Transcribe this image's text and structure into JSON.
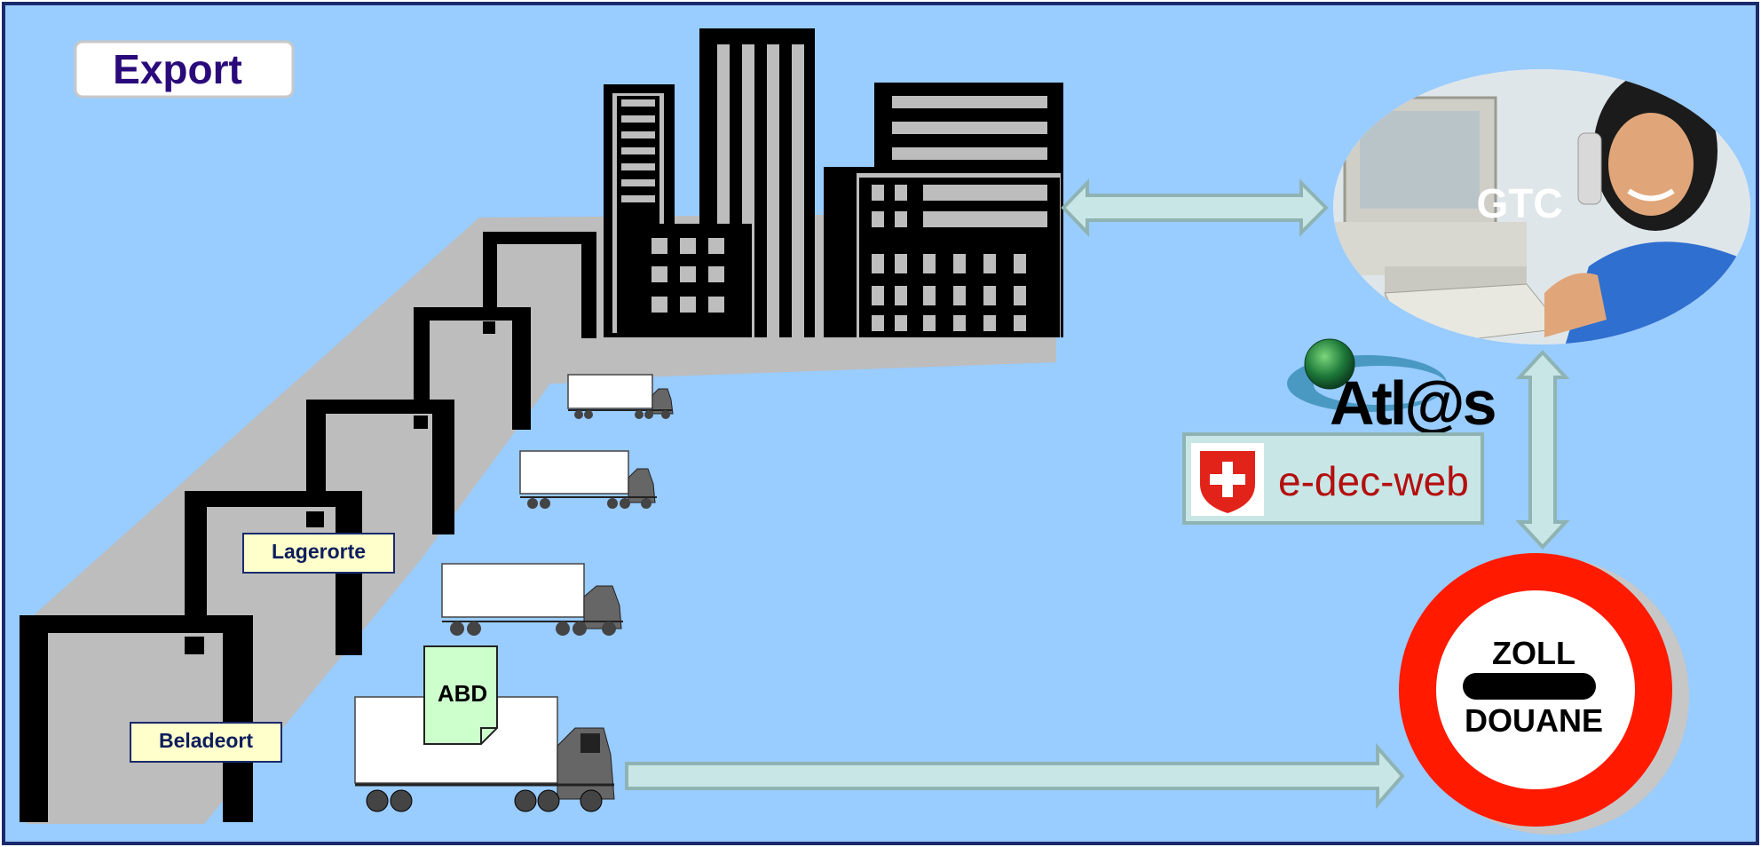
{
  "title": "Export",
  "labels": {
    "lagerorte": "Lagerorte",
    "beladeort": "Beladeort",
    "document": "ABD",
    "operator": "GTC",
    "atlas": "Atl@s",
    "edec": "e-dec-web",
    "customs_top": "ZOLL",
    "customs_bottom": "DOUANE"
  },
  "colors": {
    "background": "#99ccff",
    "frame": "#1a2a6c",
    "title_text": "#2a0a7a",
    "arrow_fill": "#c9e6e6",
    "arrow_stroke": "#8fb3b3",
    "label_fill": "#ffffcc",
    "label_text": "#0d1e5c",
    "edec_text": "#b40f0f",
    "swiss_red": "#e2231a",
    "customs_red": "#ff1a00",
    "doc_fill": "#ccffcc"
  },
  "icons": [
    "warehouse-icon",
    "city-buildings-icon",
    "truck-icon",
    "document-icon",
    "swiss-flag-icon",
    "globe-icon",
    "customs-sign-icon",
    "person-photo"
  ]
}
